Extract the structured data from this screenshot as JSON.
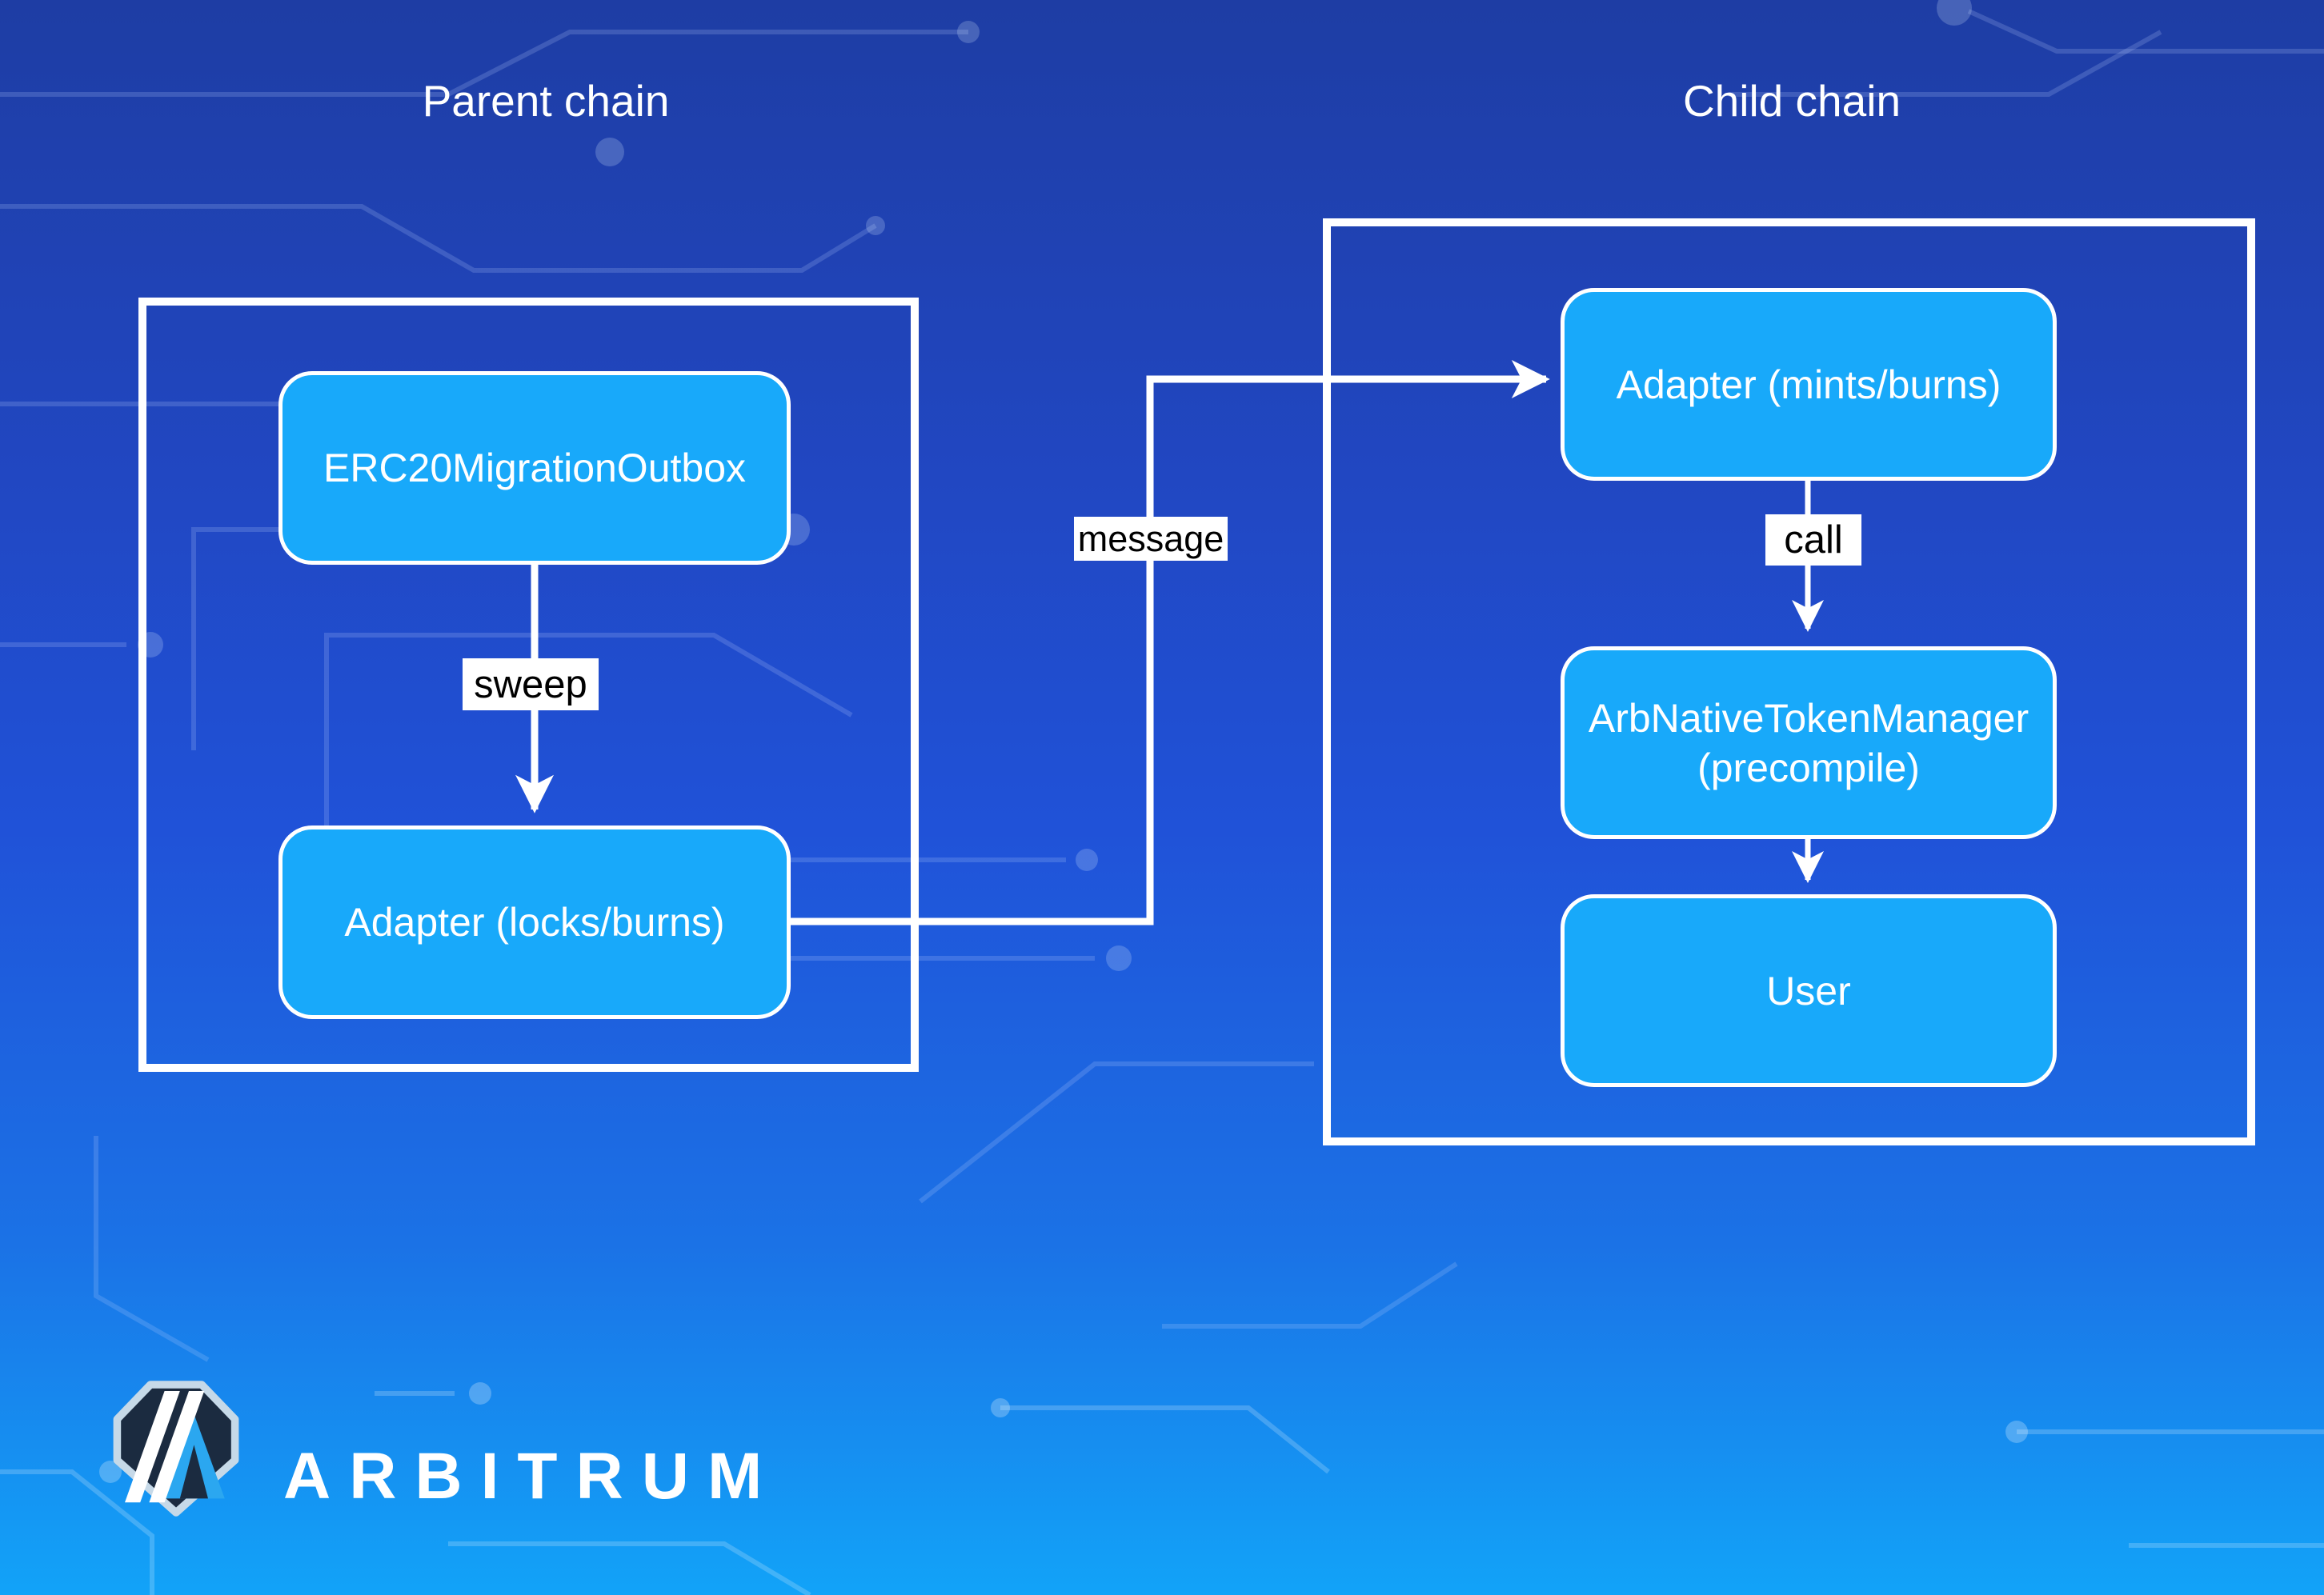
{
  "titles": {
    "parent_chain": "Parent chain",
    "child_chain": "Child chain"
  },
  "nodes": {
    "erc20_migration_outbox": {
      "label": "ERC20MigrationOutbox",
      "chain": "Parent chain"
    },
    "adapter_locks_burns": {
      "label": "Adapter (locks/burns)",
      "chain": "Parent chain"
    },
    "adapter_mints_burns": {
      "label": "Adapter (mints/burns)",
      "chain": "Child chain"
    },
    "arb_native_token_manager": {
      "lines": [
        "ArbNativeTokenManager",
        "(precompile)"
      ],
      "chain": "Child chain"
    },
    "user": {
      "label": "User",
      "chain": "Child chain"
    }
  },
  "edges": [
    {
      "from": "ERC20MigrationOutbox",
      "to": "Adapter (locks/burns)",
      "label": "sweep"
    },
    {
      "from": "Adapter (locks/burns)",
      "to": "Adapter (mints/burns)",
      "label": "message"
    },
    {
      "from": "Adapter (mints/burns)",
      "to": "ArbNativeTokenManager (precompile)",
      "label": "call"
    },
    {
      "from": "ArbNativeTokenManager (precompile)",
      "to": "User",
      "label": ""
    }
  ],
  "logo": {
    "wordmark": "ARBITRUM"
  },
  "colors": {
    "background_top": "#1e3da4",
    "background_middle": "#2052d8",
    "background_bottom": "#12a3f8",
    "node_fill": "#18a9fa",
    "node_border": "#ffffff",
    "container_border": "#ffffff",
    "edge": "#ffffff",
    "edge_label_bg": "#ffffff",
    "edge_label_text": "#000000",
    "title_text": "#ffffff",
    "logo_hex_fill": "#1b2b40",
    "logo_hex_border": "#c6d9e8",
    "logo_accent": "#2ba7f0"
  }
}
